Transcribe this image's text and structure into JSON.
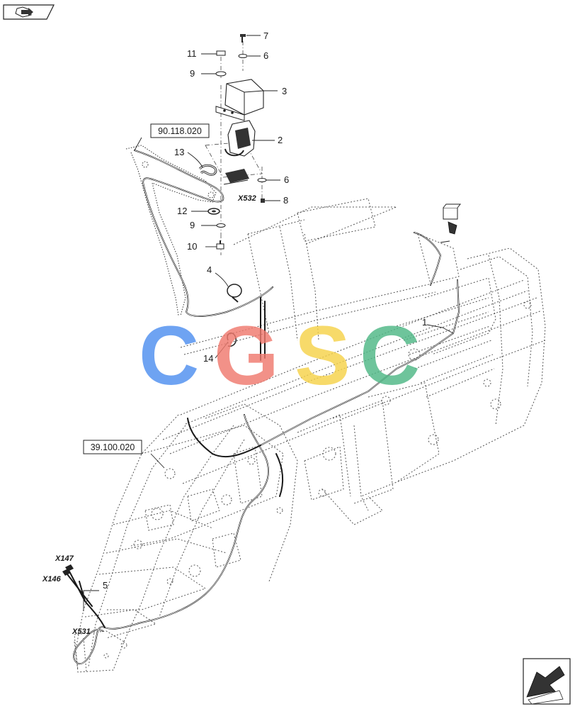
{
  "callouts": {
    "c1": "1",
    "c2": "2",
    "c3": "3",
    "c4": "4",
    "c5": "5",
    "c6a": "6",
    "c6b": "6",
    "c7": "7",
    "c8": "8",
    "c9a": "9",
    "c9b": "9",
    "c10": "10",
    "c11": "11",
    "c12": "12",
    "c13": "13",
    "c14": "14"
  },
  "connectors": {
    "x532": "X532",
    "x147": "X147",
    "x146": "X146",
    "x531": "X531"
  },
  "references": {
    "ref_a": "90.118.020",
    "ref_b": "39.100.020"
  },
  "watermark": {
    "c_blue": "C",
    "g_red": "G",
    "s_yellow": "S",
    "c_green": "C",
    "color_blue": "#4f8ff0",
    "color_red": "#f07a6e",
    "color_yellow": "#f6d24a",
    "color_green": "#4fb886"
  },
  "icons": {
    "top_left": "book-arrow-icon",
    "bottom_right": "next-page-arrow-icon"
  }
}
